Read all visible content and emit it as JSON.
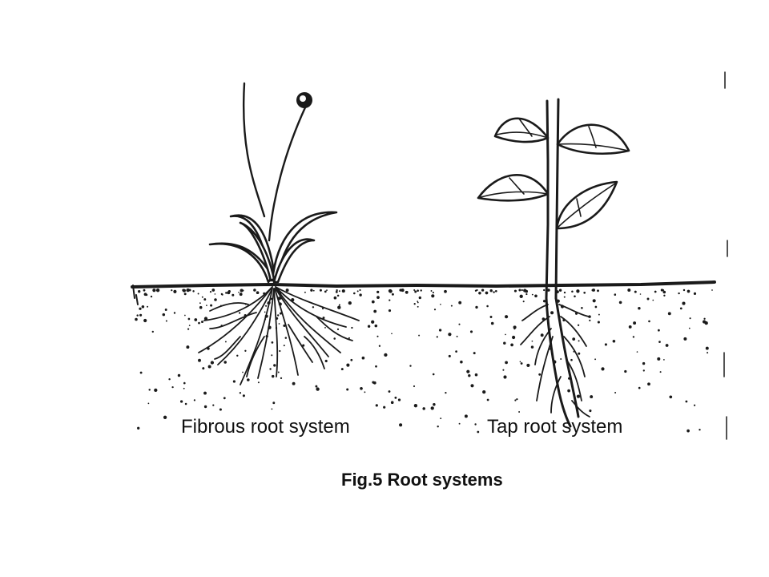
{
  "labels": {
    "fibrous": "Fibrous root system",
    "tap": "Tap root system"
  },
  "caption": "Fig.5 Root systems",
  "colors": {
    "ink": "#1a1a1a",
    "background": "#ffffff"
  }
}
